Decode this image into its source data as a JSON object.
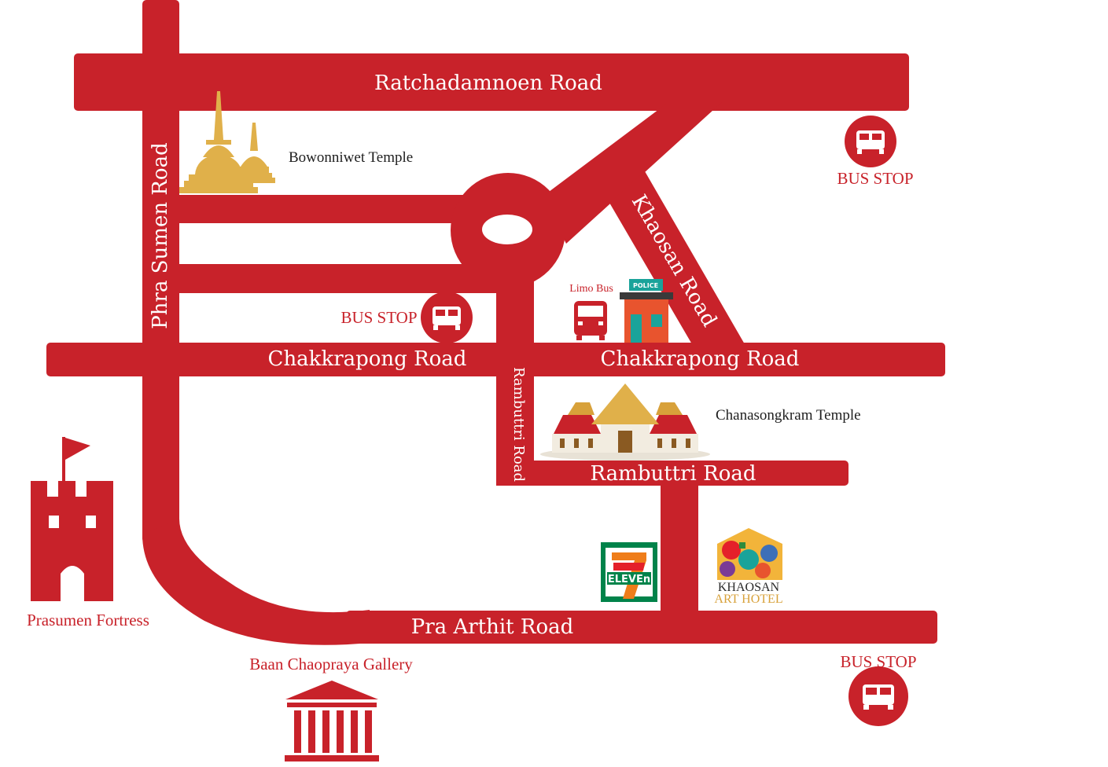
{
  "colors": {
    "road": "#c8222a",
    "label_on_road": "#ffffff",
    "temple_gold": "#e0b04a",
    "police_orange": "#e8542e",
    "police_teal": "#1aa39a",
    "seven_green": "#00834a",
    "seven_orange": "#ef7d1a"
  },
  "roads": {
    "ratchadamnoen": "Ratchadamnoen Road",
    "phra_sumen": "Phra Sumen Road",
    "khaosan": "Khaosan Road",
    "chakkrapong_west": "Chakkrapong Road",
    "chakkrapong_east": "Chakkrapong Road",
    "rambuttri_vertical": "Rambuttri Road",
    "rambuttri": "Rambuttri Road",
    "pra_arthit": "Pra Arthit Road"
  },
  "landmarks": {
    "bowonniwet": "Bowonniwet Temple",
    "chanasongkram": "Chanasongkram Temple",
    "prasumen": "Prasumen Fortress",
    "baan_chaopraya": "Baan Chaopraya Gallery",
    "limo_bus": "Limo Bus",
    "police_sign": "POLICE",
    "seven_eleven": "ELEVEn",
    "hotel_line1": "KHAOSAN",
    "hotel_line2": "ART HOTEL"
  },
  "bus_stops": {
    "northeast": "BUS STOP",
    "central": "BUS STOP",
    "southeast": "BUS STOP"
  },
  "icons": [
    "bus-icon",
    "temple-icon",
    "fortress-icon",
    "gallery-icon",
    "police-station-icon",
    "seven-eleven-logo",
    "hotel-logo"
  ]
}
